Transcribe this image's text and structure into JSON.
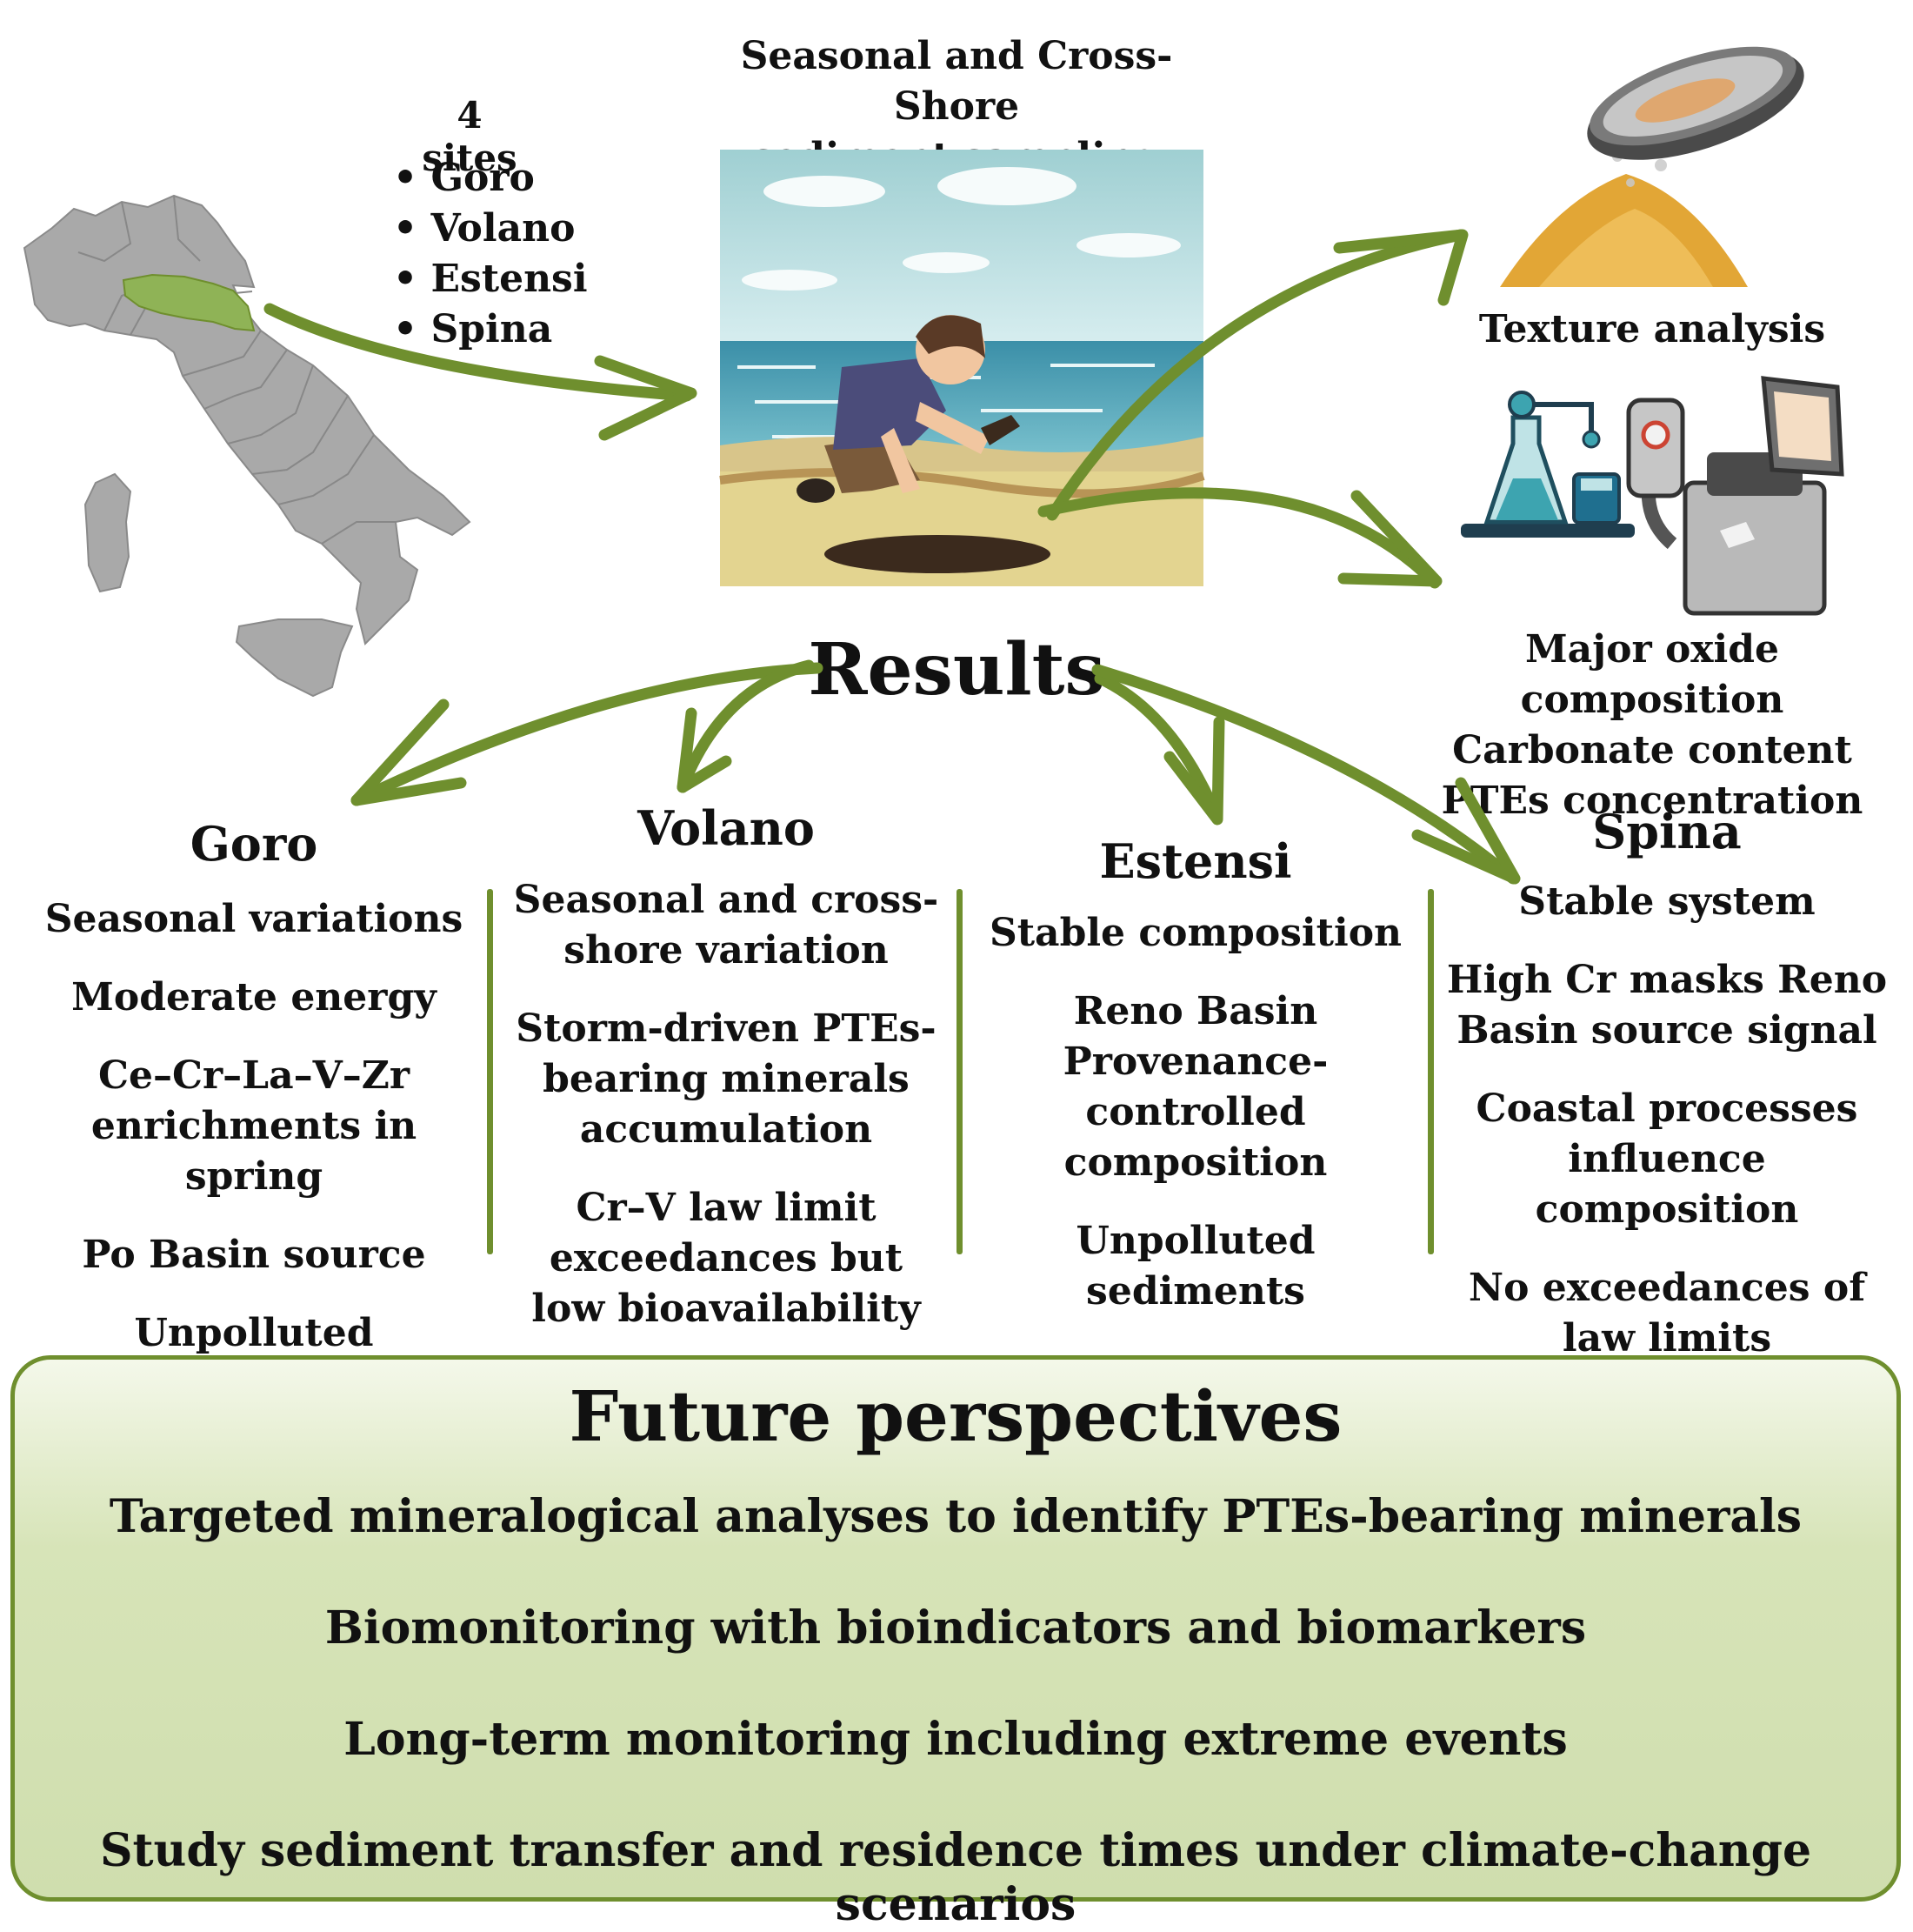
{
  "sites": {
    "title": "4 sites",
    "items": [
      "• Goro",
      "• Volano",
      "• Estensi",
      "• Spina"
    ]
  },
  "sampling": {
    "title_line1": "Seasonal and Cross-Shore",
    "title_line2": "sediment sampling"
  },
  "lab": {
    "texture": "Texture analysis",
    "chem_line1": "Major oxide composition",
    "chem_line2": "Carbonate content",
    "chem_line3": "PTEs concentration"
  },
  "results": {
    "title": "Results",
    "columns": [
      {
        "name": "Goro",
        "items": [
          "Seasonal variations",
          "Moderate energy",
          "Ce–Cr–La–V–Zr enrichments in spring",
          "Po Basin source",
          "Unpolluted sediments"
        ]
      },
      {
        "name": "Volano",
        "items": [
          "Seasonal and cross-shore variation",
          "Storm-driven PTEs-bearing minerals accumulation",
          "Cr–V law limit exceedances but low bioavailability"
        ]
      },
      {
        "name": "Estensi",
        "items": [
          "Stable composition",
          "Reno Basin Provenance-controlled composition",
          "Unpolluted sediments"
        ]
      },
      {
        "name": "Spina",
        "items": [
          "Stable system",
          "High Cr masks Reno Basin source signal",
          "Coastal processes influence composition",
          "No exceedances of law limits"
        ]
      }
    ]
  },
  "future": {
    "title": "Future perspectives",
    "items": [
      "Targeted mineralogical analyses to identify PTEs-bearing minerals",
      "Biomonitoring with bioindicators and biomarkers",
      "Long-term monitoring including extreme events",
      "Study sediment transfer and residence times under climate-change scenarios"
    ]
  },
  "colors": {
    "arrow": "#6f8f2e",
    "map_gray": "#a9a9a9",
    "region_green": "#8fb356",
    "box_fill": "#d7e4b8"
  }
}
